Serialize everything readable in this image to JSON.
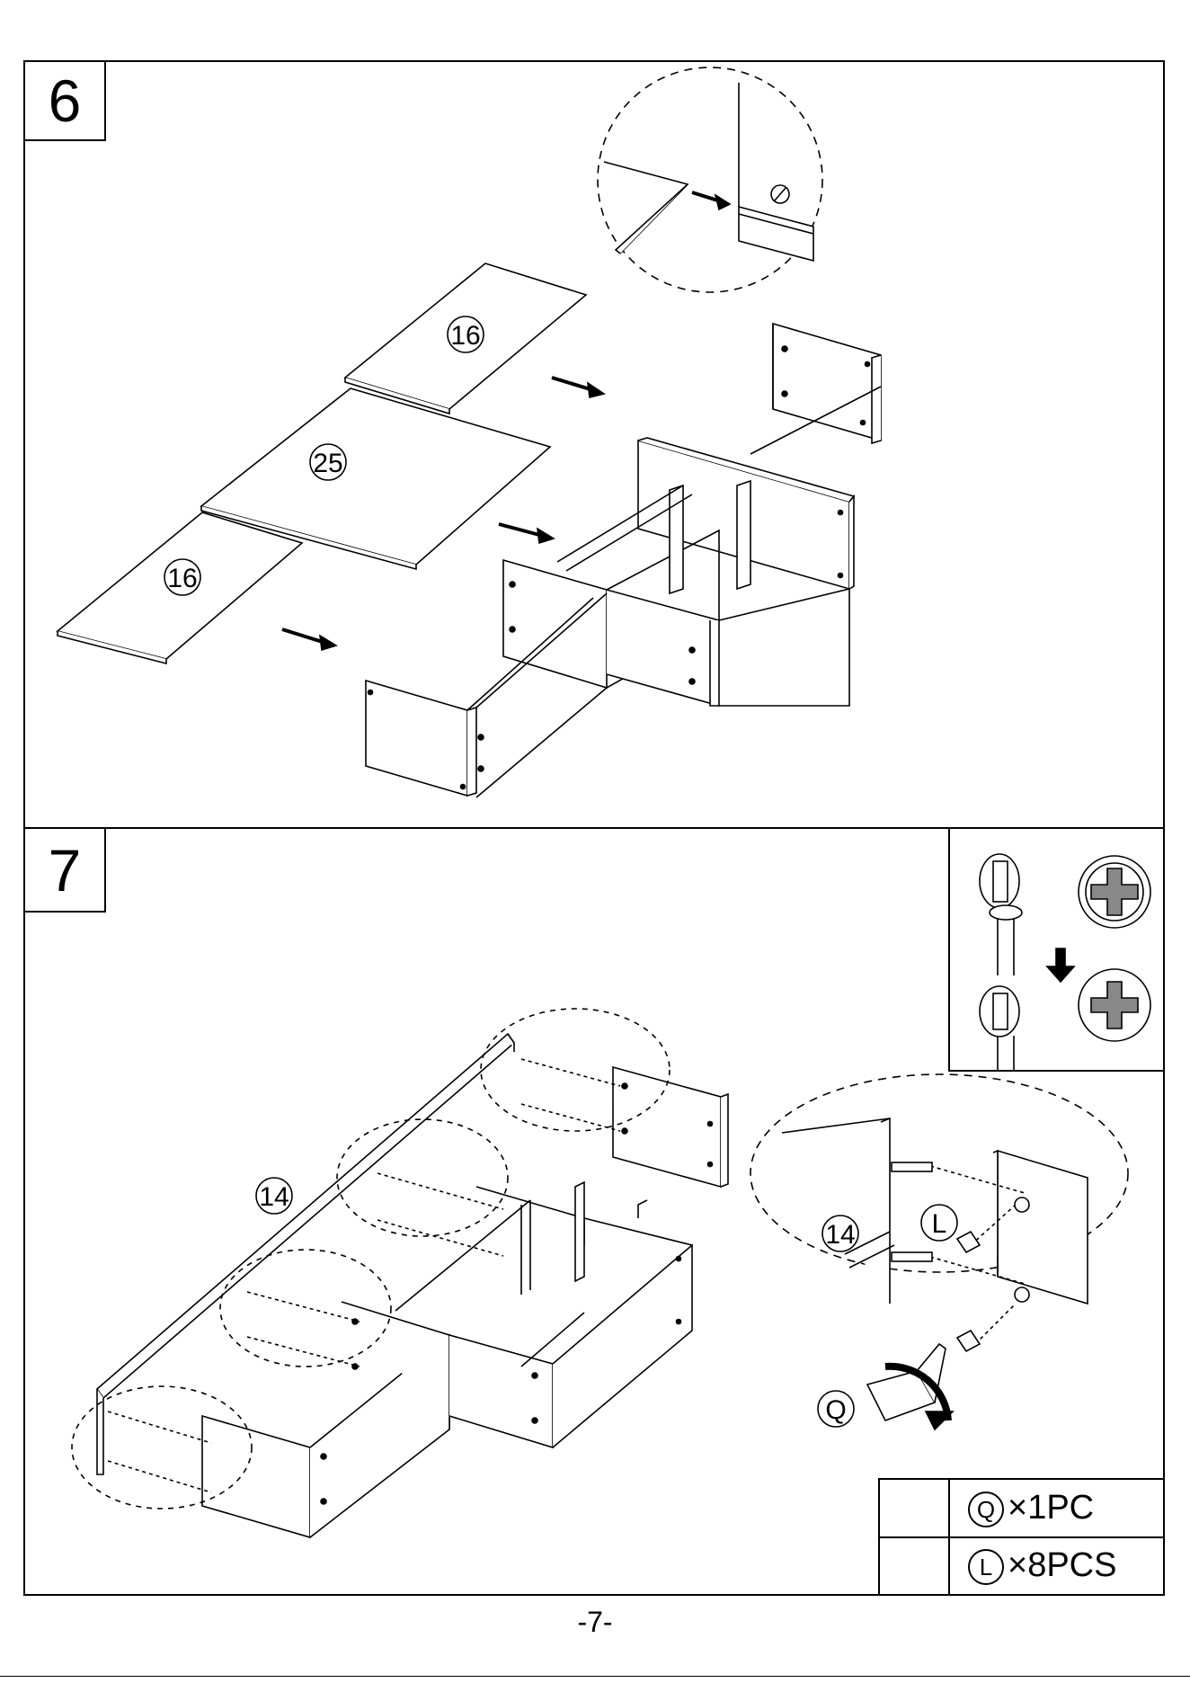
{
  "steps": [
    {
      "number": "6",
      "labels": {
        "panel_top": "16",
        "panel_mid": "25",
        "panel_bottom": "16"
      }
    },
    {
      "number": "7",
      "labels": {
        "back_panel": "14",
        "detail_panel": "14",
        "detail_cam": "L",
        "screwdriver": "Q"
      }
    }
  ],
  "parts_list": [
    {
      "icon": "screwdriver-icon",
      "letter": "Q",
      "quantity": "×1PC"
    },
    {
      "icon": "cam-lock-icon",
      "letter": "L",
      "quantity": "×8PCS"
    }
  ],
  "page_number": "-7-"
}
